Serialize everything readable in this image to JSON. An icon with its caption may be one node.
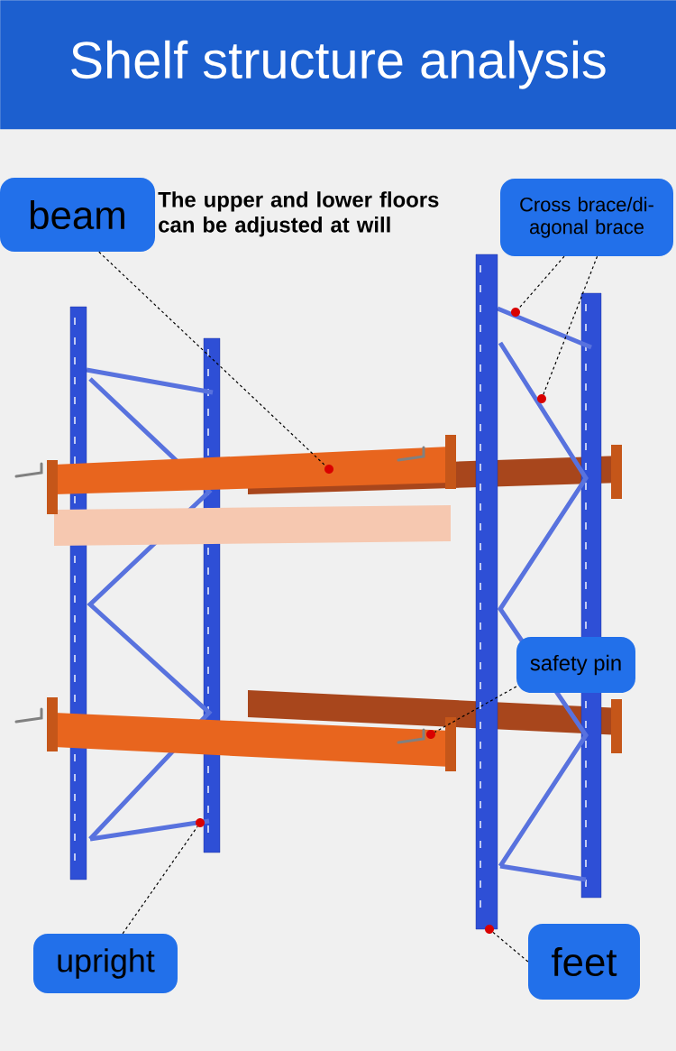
{
  "diagram": {
    "title": "Shelf structure analysis",
    "nodes": [
      {
        "text": [
          "beam"
        ],
        "beside": [
          "The upper and lower floors can be adjusted at will"
        ]
      },
      {
        "text": [
          "Cross brace/di-agonal brace"
        ]
      },
      {
        "text": [
          "safety pin"
        ]
      },
      {
        "text": [
          "upright"
        ]
      },
      {
        "text": [
          "feet"
        ]
      },
      {
        "text": [],
        "shape": "circle"
      },
      {
        "text": [],
        "shape": "circle"
      },
      {
        "text": [],
        "shape": "circle"
      },
      {
        "text": [],
        "shape": "circle"
      },
      {
        "text": [],
        "shape": "circle"
      },
      {
        "text": [],
        "shape": "circle"
      }
    ],
    "edges": [
      {
        "from": 0,
        "to": 5,
        "arrow": "none",
        "style": "dashed"
      },
      {
        "from": 1,
        "to": 6,
        "arrow": "none",
        "style": "dashed"
      },
      {
        "from": 1,
        "to": 7,
        "arrow": "none",
        "style": "dashed"
      },
      {
        "from": 2,
        "to": 8,
        "arrow": "none",
        "style": "dashed"
      },
      {
        "from": 3,
        "to": 9,
        "arrow": "none",
        "style": "dashed"
      },
      {
        "from": 4,
        "to": 10,
        "arrow": "none",
        "style": "dashed"
      }
    ]
  }
}
